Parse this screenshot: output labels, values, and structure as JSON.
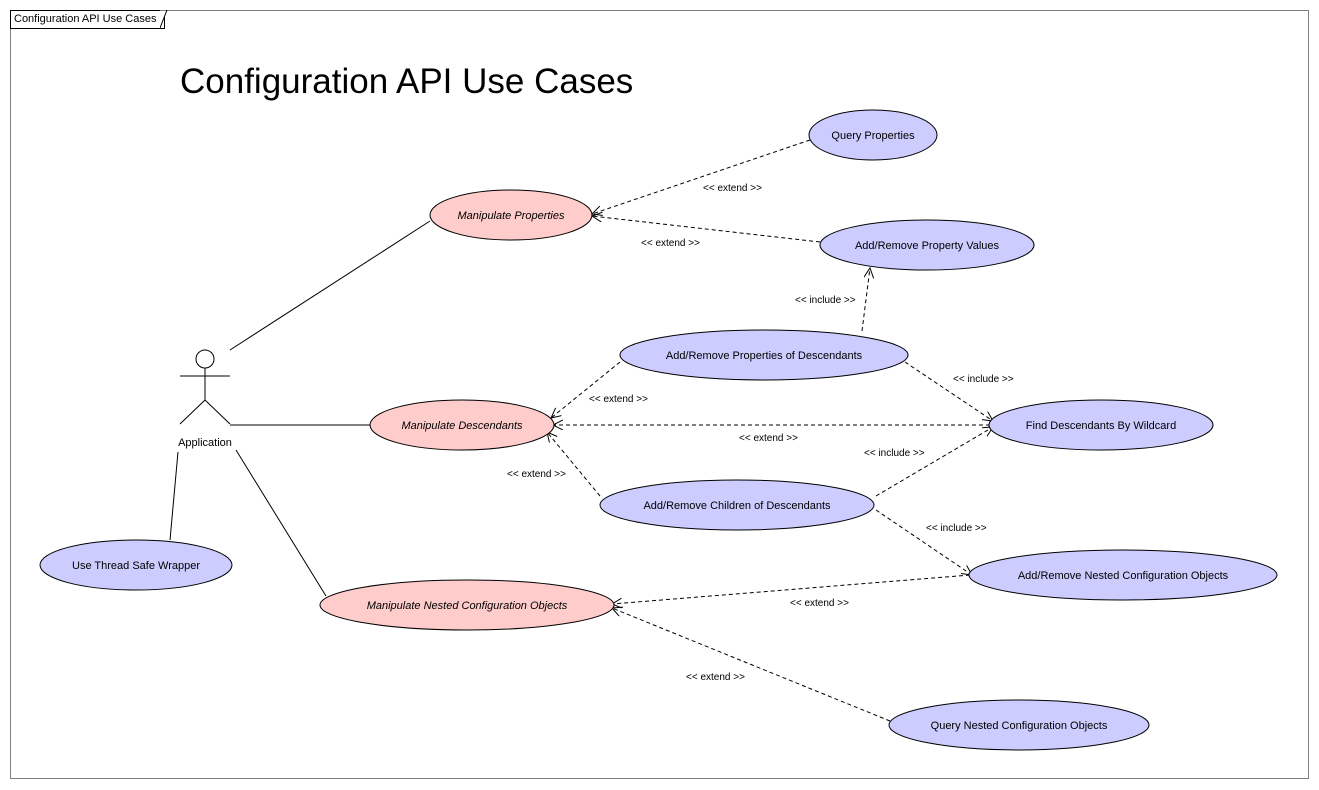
{
  "frame": {
    "tab_label": "Configuration API Use Cases"
  },
  "title": "Configuration API Use Cases",
  "colors": {
    "abstract_fill": "#ffcccc",
    "concrete_fill": "#ccccff",
    "stroke": "#000000"
  },
  "actor": {
    "name": "Application"
  },
  "use_cases": {
    "manipulate_properties": "Manipulate Properties",
    "manipulate_descendants": "Manipulate Descendants",
    "manipulate_nested": "Manipulate Nested Configuration Objects",
    "query_properties": "Query Properties",
    "add_remove_property_values": "Add/Remove Property Values",
    "add_remove_properties_desc": "Add/Remove Properties of Descendants",
    "find_descendants_wildcard": "Find Descendants By Wildcard",
    "add_remove_children_desc": "Add/Remove Children of Descendants",
    "add_remove_nested": "Add/Remove Nested Configuration Objects",
    "query_nested": "Query Nested Configuration Objects",
    "thread_safe_wrapper": "Use Thread Safe Wrapper"
  },
  "relations": {
    "extend_query_props": "<< extend >>",
    "extend_prop_values": "<< extend >>",
    "include_prop_values": "<< include >>",
    "include_find_from_props_desc": "<< include >>",
    "extend_props_desc": "<< extend >>",
    "extend_find": "<< extend >>",
    "include_find_from_children": "<< include >>",
    "extend_children_desc": "<< extend >>",
    "include_nested": "<< include >>",
    "extend_add_nested": "<< extend >>",
    "extend_query_nested": "<< extend >>"
  }
}
